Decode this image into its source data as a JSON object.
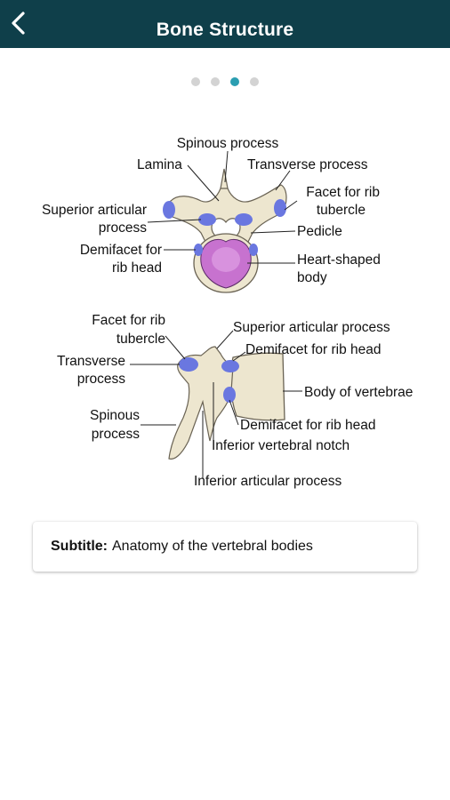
{
  "header": {
    "title": "Bone Structure",
    "back_icon": "chevron-left-icon",
    "background": "#0f3f4a"
  },
  "pager": {
    "total": 4,
    "active": 3,
    "active_color": "#2b9eb1",
    "inactive_color": "#d3d3d3"
  },
  "diagram": {
    "top_view": {
      "spinous_process": "Spinous process",
      "lamina": "Lamina",
      "transverse_process": "Transverse process",
      "facet_rib_tubercle_1": "Facet for rib",
      "facet_rib_tubercle_2": "tubercle",
      "superior_articular_1": "Superior articular",
      "superior_articular_2": "process",
      "pedicle": "Pedicle",
      "demifacet_1": "Demifacet for",
      "demifacet_2": "rib head",
      "heart_body_1": "Heart-shaped",
      "heart_body_2": "body"
    },
    "side_view": {
      "facet_rib_tubercle_1": "Facet for rib",
      "facet_rib_tubercle_2": "tubercle",
      "superior_articular": "Superior articular process",
      "demifacet_upper": "Demifacet for rib head",
      "transverse_1": "Transverse",
      "transverse_2": "process",
      "body_vertebrae": "Body of vertebrae",
      "spinous_1": "Spinous",
      "spinous_2": "process",
      "demifacet_lower": "Demifacet for rib head",
      "inferior_notch": "Inferior vertebral notch",
      "inferior_articular": "Inferior articular process"
    }
  },
  "subtitle": {
    "label": "Subtitle:",
    "text": "Anatomy of the vertebral bodies"
  }
}
